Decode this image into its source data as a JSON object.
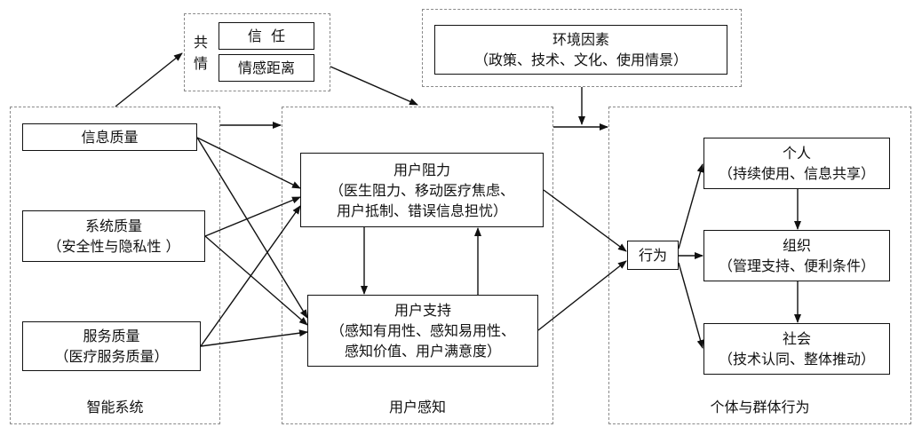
{
  "empathy": {
    "side_label_top": "共",
    "side_label_bottom": "情",
    "trust": "信  任",
    "emotional_distance": "情感距离"
  },
  "environment": {
    "title": "环境因素",
    "detail": "（政策、技术、文化、使用情景）"
  },
  "smart_system": {
    "group_label": "智能系统",
    "info_quality": "信息质量",
    "system_quality": "系统质量",
    "system_quality_detail": "（安全性与隐私性 ）",
    "service_quality": "服务质量",
    "service_quality_detail": "（医疗服务质量）"
  },
  "user_perception": {
    "group_label": "用户感知",
    "resistance_title": "用户阻力",
    "resistance_line1": "（医生阻力、移动医疗焦虑、",
    "resistance_line2": "用户抵制、错误信息担忧）",
    "support_title": "用户支持",
    "support_line1": "（感知有用性、感知易用性、",
    "support_line2": "感知价值、用户满意度）"
  },
  "behavior": {
    "group_label": "个体与群体行为",
    "hub": "行为",
    "individual_title": "个人",
    "individual_detail": "（持续使用、信息共享）",
    "organization_title": "组织",
    "organization_detail": "（管理支持、便利条件）",
    "society_title": "社会",
    "society_detail": "（技术认同、整体推动）"
  }
}
